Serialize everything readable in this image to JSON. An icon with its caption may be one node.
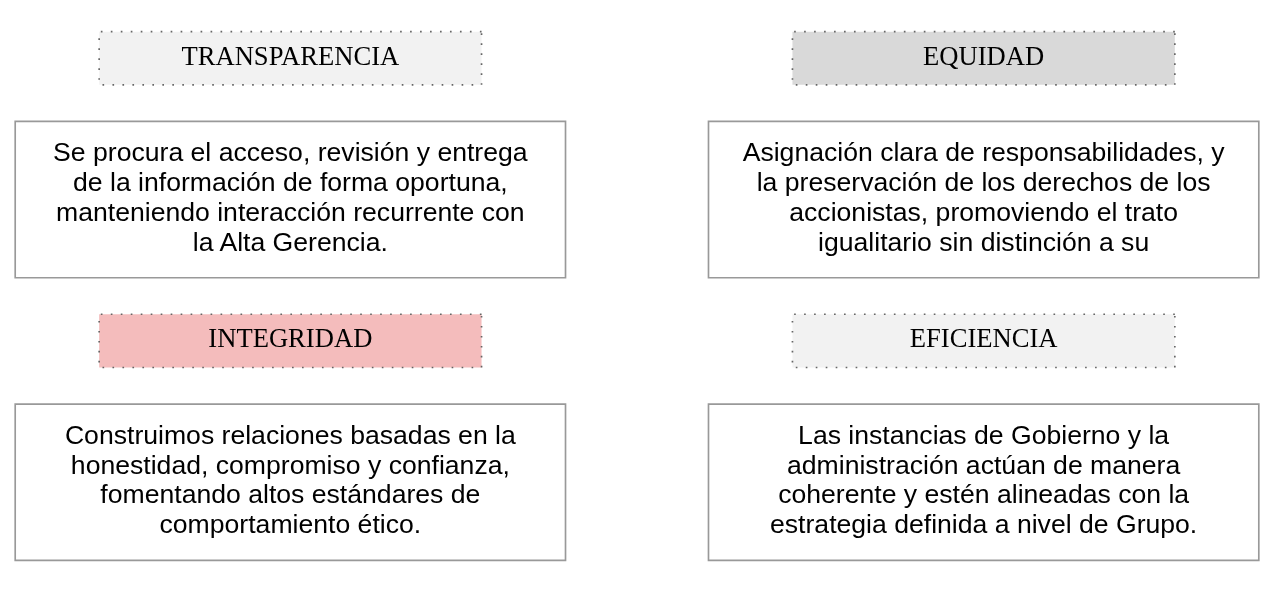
{
  "diagram": {
    "nodes": [
      {
        "text": [
          "TRANSPARENCIA"
        ]
      },
      {
        "text": [
          "Se procura el acceso, revisión y entrega de la información de forma oportuna, manteniendo interacción recurrente con la Alta Gerencia."
        ]
      },
      {
        "text": [
          "EQUIDAD"
        ]
      },
      {
        "text": [
          "Asignación clara de responsabilidades, y la preservación de los derechos de los accionistas, promoviendo el trato igualitario sin distinción a su"
        ]
      },
      {
        "text": [
          "INTEGRIDAD"
        ]
      },
      {
        "text": [
          "Construimos relaciones basadas en la honestidad, compromiso y confianza, fomentando altos estándares de comportamiento ético."
        ]
      },
      {
        "text": [
          "EFICIENCIA"
        ]
      },
      {
        "text": [
          "Las instancias de Gobierno y la administración actúan de manera coherente y estén alineadas con la estrategia definida a nivel de Grupo."
        ]
      }
    ]
  }
}
